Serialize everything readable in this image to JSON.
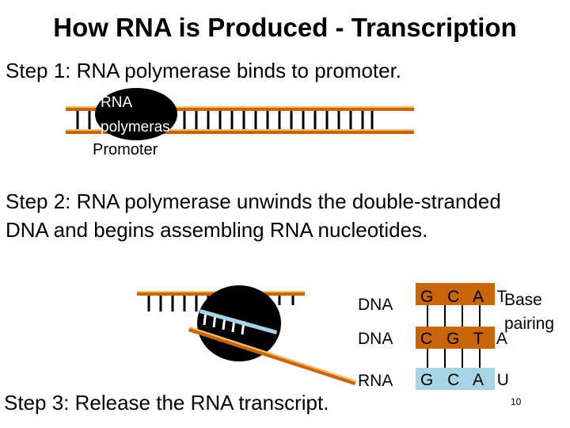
{
  "title": "How RNA is Produced - Transcription",
  "step1": "Step 1: RNA polymerase binds to promoter.",
  "polymerase_label": [
    "RNA",
    "polymeras"
  ],
  "promoter_label": "Promoter",
  "step2": [
    "Step 2: RNA polymerase unwinds the double-stranded",
    "DNA and begins assembling RNA nucleotides."
  ],
  "step3": "Step 3: Release the RNA transcript.",
  "base_pairing": {
    "rows": [
      {
        "label": "DNA",
        "bases": "G C A T"
      },
      {
        "label": "DNA",
        "bases": "C G T A"
      },
      {
        "label": "RNA",
        "bases": "G C A U"
      }
    ],
    "note": [
      "Base",
      "pairing"
    ]
  },
  "page_number": "10",
  "colors": {
    "dna_strand": "#c8650a",
    "dna_highlight": "#f0c070",
    "rna_strand": "#a8d4e6",
    "polymerase": "#000000"
  }
}
